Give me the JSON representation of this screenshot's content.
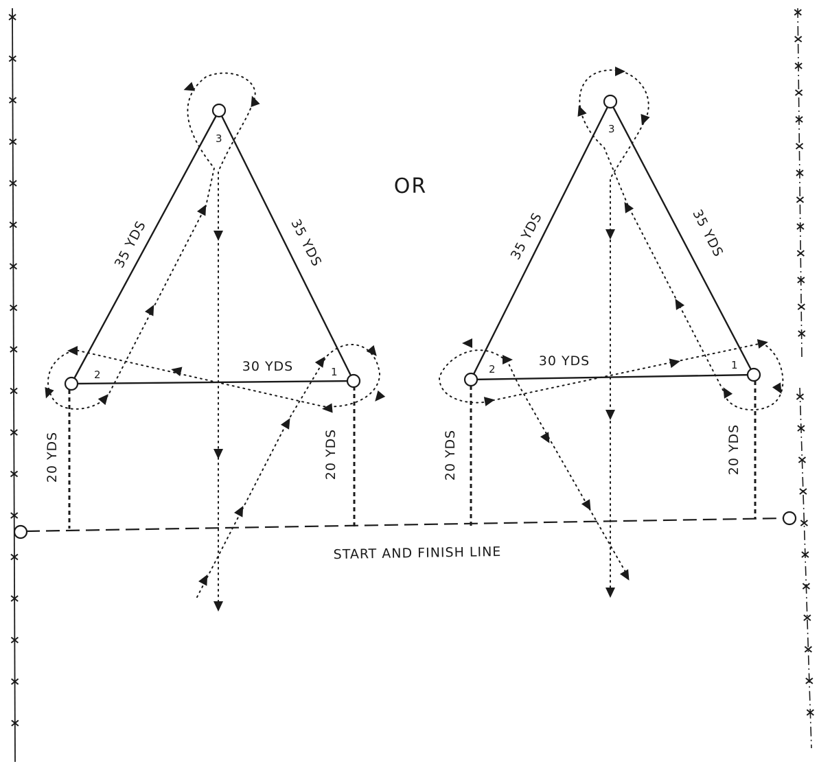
{
  "separator_text": "OR",
  "start_finish_label": "START AND FINISH LINE",
  "patterns": [
    {
      "side_left_label": "35 YDS",
      "side_right_label": "35 YDS",
      "base_label": "30 YDS",
      "offset_left_label": "20 YDS",
      "offset_right_label": "20 YDS",
      "marker_1": "1",
      "marker_2": "2",
      "marker_3": "3"
    },
    {
      "side_left_label": "35 YDS",
      "side_right_label": "35 YDS",
      "base_label": "30 YDS",
      "offset_left_label": "20 YDS",
      "offset_right_label": "20 YDS",
      "marker_1": "1",
      "marker_2": "2",
      "marker_3": "3"
    }
  ]
}
